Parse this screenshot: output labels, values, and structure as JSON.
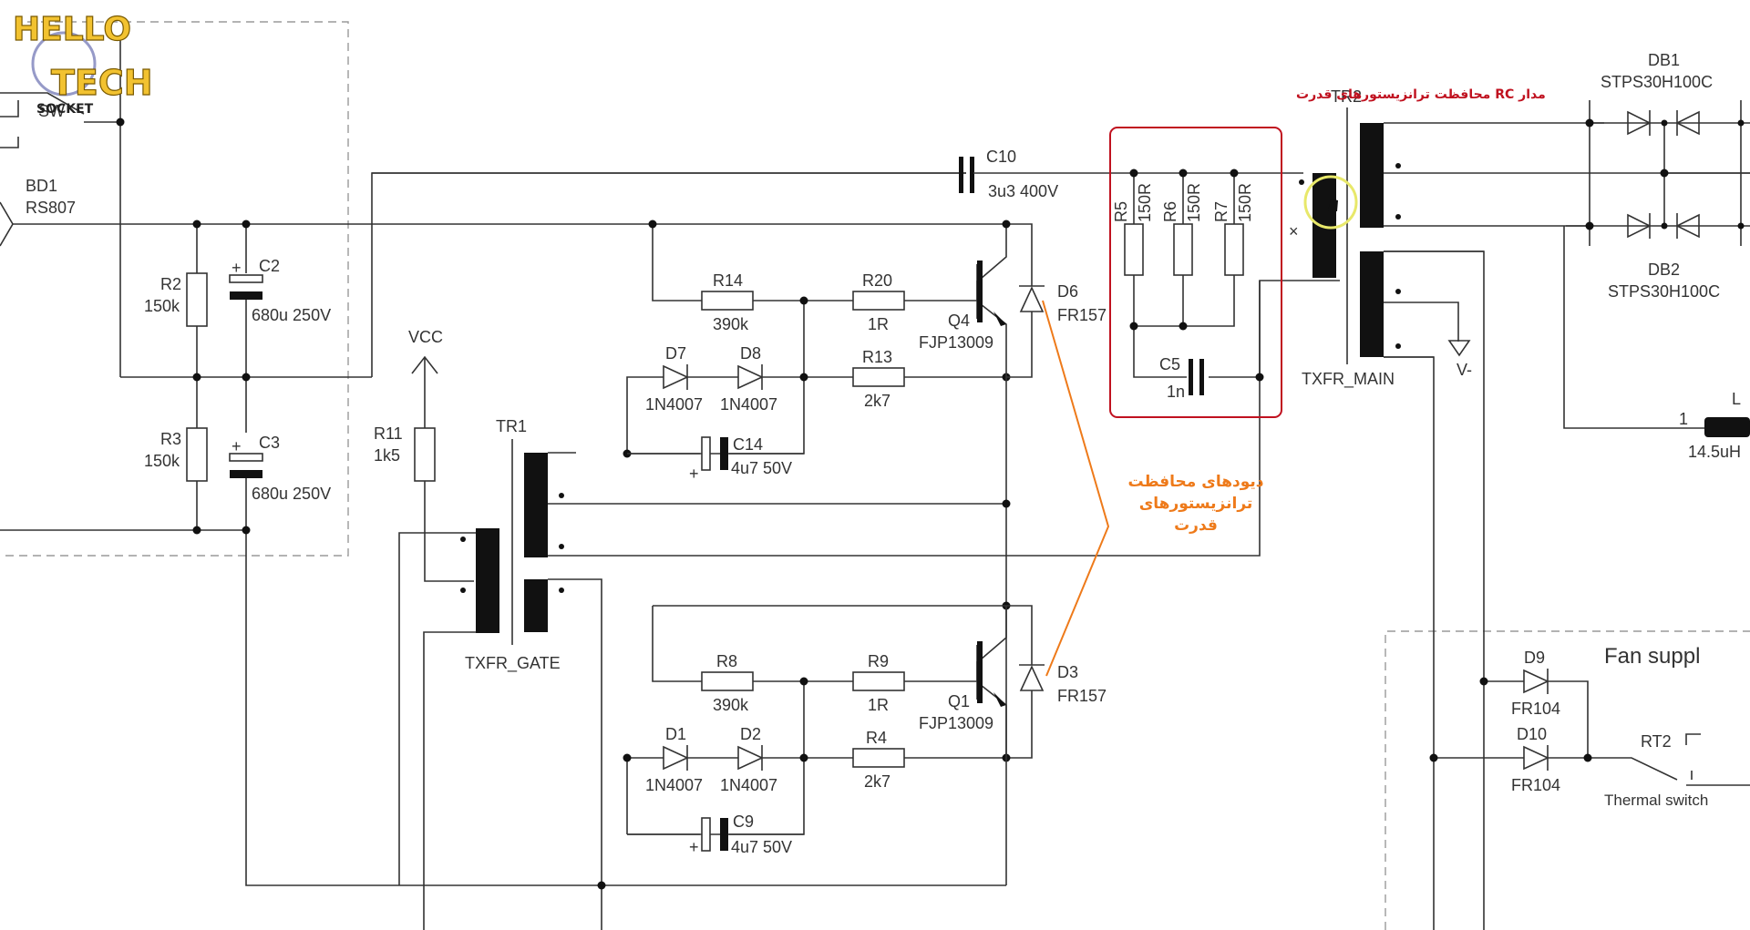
{
  "logo": {
    "line1": "HELLO",
    "line2": "TECH",
    "line3": "SOCKET"
  },
  "annotations": {
    "rc_circuit": "مدار RC  محافظت ترانزیستورهای قدرت",
    "protection_diodes": [
      "دیودهای محافظت",
      "ترانزیستورهای",
      "قدرت"
    ]
  },
  "colors": {
    "annotation_red": "#c0111f",
    "annotation_orange": "#ee7a1a",
    "highlight_ring": "#e8e86a"
  },
  "labels": {
    "sw": "SW",
    "bd1": "BD1",
    "bd1_part": "RS807",
    "r2": "R2",
    "r2_val": "150k",
    "r3": "R3",
    "r3_val": "150k",
    "c2": "C2",
    "c2_val": "680u 250V",
    "c3": "C3",
    "c3_val": "680u 250V",
    "vcc": "VCC",
    "r11": "R11",
    "r11_val": "1k5",
    "tr1": "TR1",
    "txfr_gate": "TXFR_GATE",
    "c10": "C10",
    "c10_val": "3u3 400V",
    "r14": "R14",
    "r14_val": "390k",
    "r20": "R20",
    "r20_val": "1R",
    "r13": "R13",
    "r13_val": "2k7",
    "d7": "D7",
    "d7_val": "1N4007",
    "d8": "D8",
    "d8_val": "1N4007",
    "c14": "C14",
    "c14_val": "4u7 50V",
    "q4": "Q4",
    "q4_val": "FJP13009",
    "d6": "D6",
    "d6_val": "FR157",
    "r8": "R8",
    "r8_val": "390k",
    "r9": "R9",
    "r9_val": "1R",
    "r4": "R4",
    "r4_val": "2k7",
    "d1": "D1",
    "d1_val": "1N4007",
    "d2": "D2",
    "d2_val": "1N4007",
    "c9": "C9",
    "c9_val": "4u7 50V",
    "q1": "Q1",
    "q1_val": "FJP13009",
    "d3": "D3",
    "d3_val": "FR157",
    "r5": "R5",
    "r5_val": "150R",
    "r6": "R6",
    "r6_val": "150R",
    "r7": "R7",
    "r7_val": "150R",
    "c5": "C5",
    "c5_val": "1n",
    "tr2": "TR2",
    "txfr_main": "TXFR_MAIN",
    "vminus": "V-",
    "db1": "DB1",
    "db1_val": "STPS30H100C",
    "db2": "DB2",
    "db2_val": "STPS30H100C",
    "l_ref": "L",
    "l_pin": "1",
    "l_val": "14.5uH",
    "fan": "Fan suppl",
    "d9": "D9",
    "d9_val": "FR104",
    "d10": "D10",
    "d10_val": "FR104",
    "rt2": "RT2",
    "thermal": "Thermal switch",
    "plus": "+",
    "asterisk": "×"
  }
}
